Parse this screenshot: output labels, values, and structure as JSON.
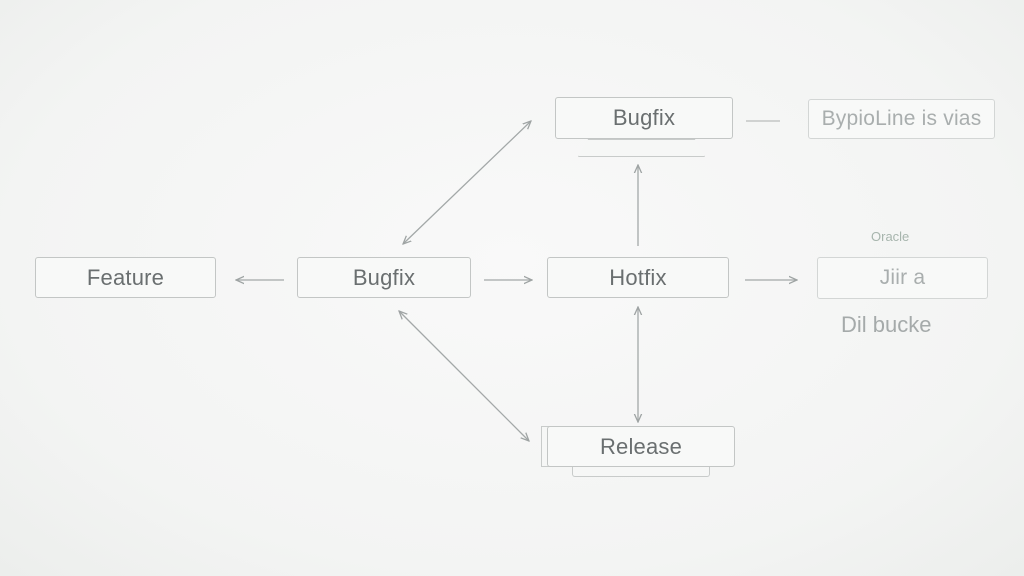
{
  "nodes": {
    "feature": "Feature",
    "bugfix_main": "Bugfix",
    "bugfix_top": "Bugfix",
    "hotfix": "Hotfix",
    "release": "Release",
    "bypioline": "BypioLine is vias",
    "jira": "Jiir a"
  },
  "labels": {
    "oracle": "Oracle",
    "dil_bucke": "Dil bucke"
  },
  "colors": {
    "node_border": "#c3c6c5",
    "node_text": "#6a6f70",
    "arrow": "#9ea3a3",
    "background": "#f3f4f3"
  }
}
